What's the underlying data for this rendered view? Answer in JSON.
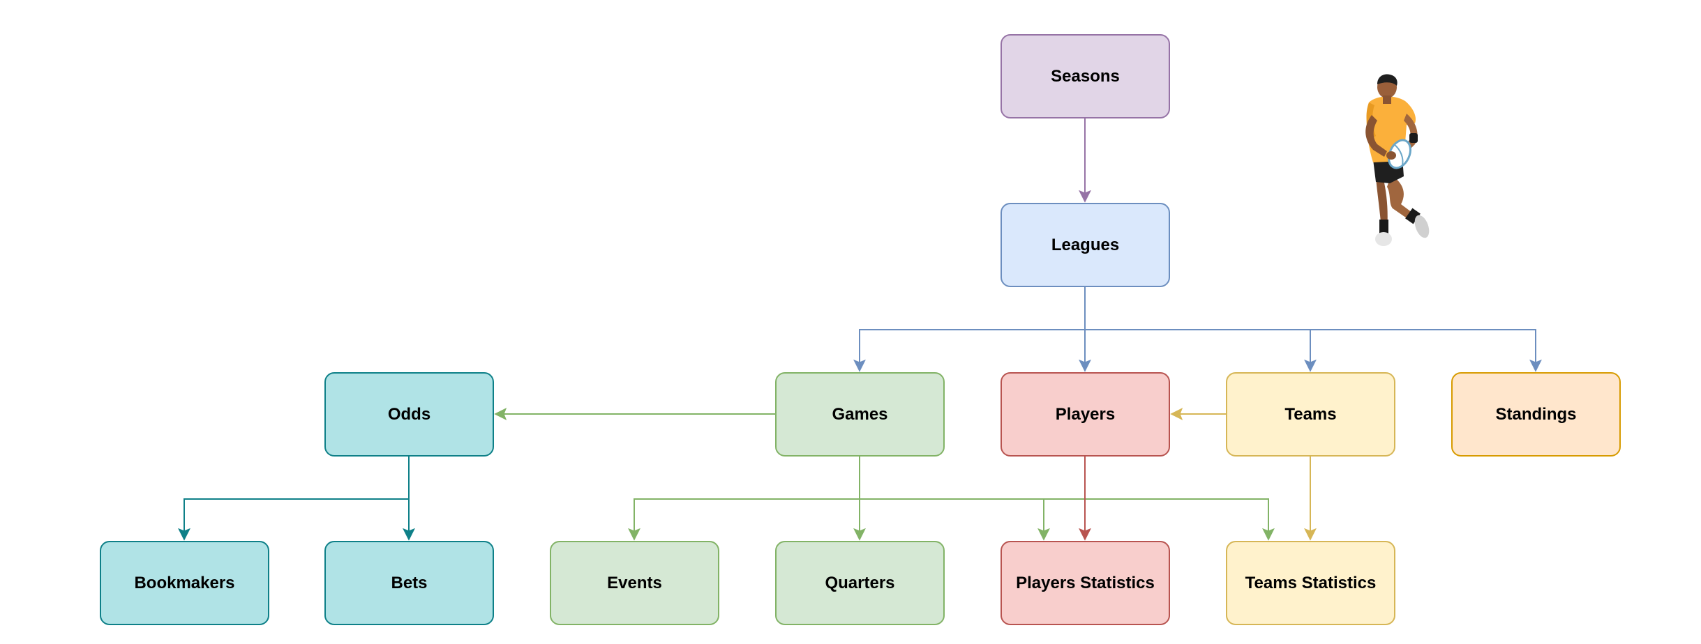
{
  "nodes": {
    "seasons": {
      "label": "Seasons",
      "fill": "#e1d5e7",
      "stroke": "#9673a6"
    },
    "leagues": {
      "label": "Leagues",
      "fill": "#dae8fc",
      "stroke": "#6c8ebf"
    },
    "odds": {
      "label": "Odds",
      "fill": "#b0e3e6",
      "stroke": "#0e8088"
    },
    "games": {
      "label": "Games",
      "fill": "#d5e8d4",
      "stroke": "#82b366"
    },
    "players": {
      "label": "Players",
      "fill": "#f8cecc",
      "stroke": "#b85450"
    },
    "teams": {
      "label": "Teams",
      "fill": "#fff2cc",
      "stroke": "#d6b656"
    },
    "standings": {
      "label": "Standings",
      "fill": "#ffe6cc",
      "stroke": "#d79b00"
    },
    "bookmakers": {
      "label": "Bookmakers",
      "fill": "#b0e3e6",
      "stroke": "#0e8088"
    },
    "bets": {
      "label": "Bets",
      "fill": "#b0e3e6",
      "stroke": "#0e8088"
    },
    "events": {
      "label": "Events",
      "fill": "#d5e8d4",
      "stroke": "#82b366"
    },
    "quarters": {
      "label": "Quarters",
      "fill": "#d5e8d4",
      "stroke": "#82b366"
    },
    "players_statistics": {
      "label": "Players Statistics",
      "fill": "#f8cecc",
      "stroke": "#b85450"
    },
    "teams_statistics": {
      "label": "Teams Statistics",
      "fill": "#fff2cc",
      "stroke": "#d6b656"
    }
  },
  "edges": [
    {
      "from": "seasons",
      "to": "leagues",
      "color": "#9673a6"
    },
    {
      "from": "leagues",
      "to": "games",
      "color": "#6c8ebf"
    },
    {
      "from": "leagues",
      "to": "players",
      "color": "#6c8ebf"
    },
    {
      "from": "leagues",
      "to": "teams",
      "color": "#6c8ebf"
    },
    {
      "from": "leagues",
      "to": "standings",
      "color": "#6c8ebf"
    },
    {
      "from": "games",
      "to": "odds",
      "color": "#82b366"
    },
    {
      "from": "teams",
      "to": "players",
      "color": "#d6b656"
    },
    {
      "from": "odds",
      "to": "bookmakers",
      "color": "#0e8088"
    },
    {
      "from": "odds",
      "to": "bets",
      "color": "#0e8088"
    },
    {
      "from": "games",
      "to": "events",
      "color": "#82b366"
    },
    {
      "from": "games",
      "to": "quarters",
      "color": "#82b366"
    },
    {
      "from": "games",
      "to": "players_statistics",
      "color": "#82b366"
    },
    {
      "from": "games",
      "to": "teams_statistics",
      "color": "#82b366"
    },
    {
      "from": "players",
      "to": "players_statistics",
      "color": "#b85450"
    },
    {
      "from": "teams",
      "to": "teams_statistics",
      "color": "#d6b656"
    }
  ],
  "illustration": {
    "icon": "rugby-player-icon",
    "jersey_color": "#fbb03b",
    "ball_color": "#ffffff"
  }
}
